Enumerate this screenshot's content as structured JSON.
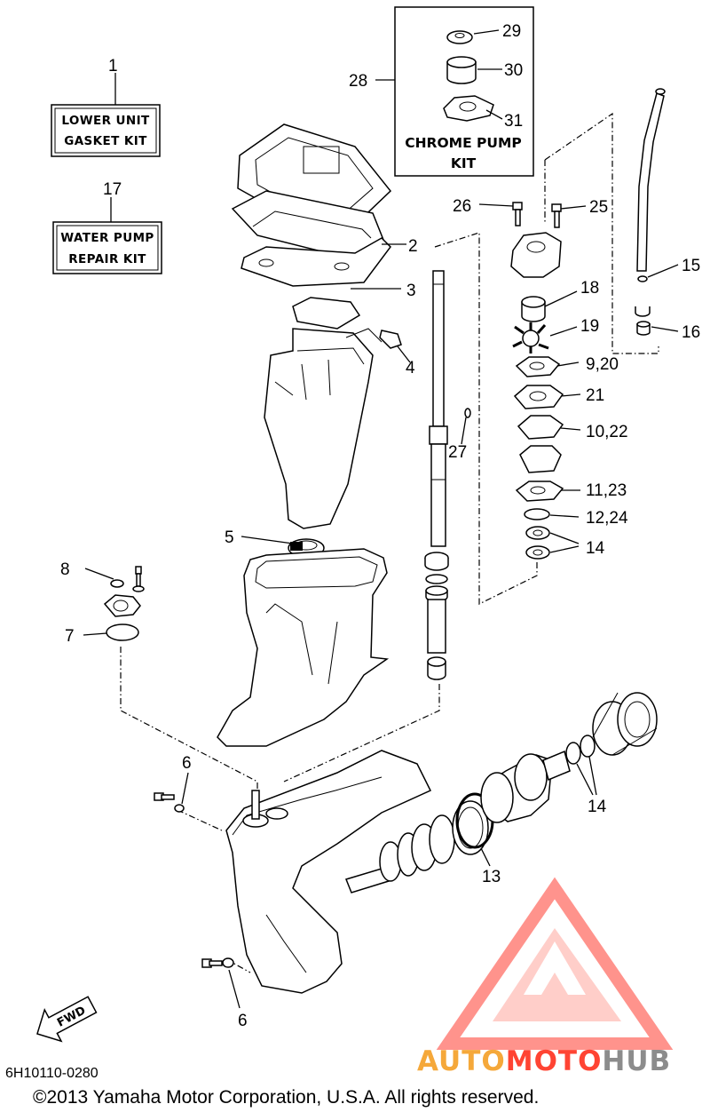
{
  "callouts": [
    {
      "id": "1",
      "text": "1"
    },
    {
      "id": "2",
      "text": "2"
    },
    {
      "id": "3",
      "text": "3"
    },
    {
      "id": "4",
      "text": "4"
    },
    {
      "id": "5",
      "text": "5"
    },
    {
      "id": "6a",
      "text": "6"
    },
    {
      "id": "6b",
      "text": "6"
    },
    {
      "id": "7",
      "text": "7"
    },
    {
      "id": "8",
      "text": "8"
    },
    {
      "id": "9_20",
      "text": "9,20"
    },
    {
      "id": "10_22",
      "text": "10,22"
    },
    {
      "id": "11_23",
      "text": "11,23"
    },
    {
      "id": "12_24",
      "text": "12,24"
    },
    {
      "id": "13",
      "text": "13"
    },
    {
      "id": "14a",
      "text": "14"
    },
    {
      "id": "14b",
      "text": "14"
    },
    {
      "id": "15",
      "text": "15"
    },
    {
      "id": "16",
      "text": "16"
    },
    {
      "id": "17",
      "text": "17"
    },
    {
      "id": "18",
      "text": "18"
    },
    {
      "id": "19",
      "text": "19"
    },
    {
      "id": "21",
      "text": "21"
    },
    {
      "id": "25",
      "text": "25"
    },
    {
      "id": "26",
      "text": "26"
    },
    {
      "id": "27",
      "text": "27"
    },
    {
      "id": "28",
      "text": "28"
    },
    {
      "id": "29",
      "text": "29"
    },
    {
      "id": "30",
      "text": "30"
    },
    {
      "id": "31",
      "text": "31"
    }
  ],
  "kits": {
    "lower_unit": {
      "line1": "LOWER UNIT",
      "line2": "GASKET KIT"
    },
    "water_pump": {
      "line1": "WATER PUMP",
      "line2": "REPAIR KIT"
    },
    "chrome_pump": {
      "line1": "CHROME PUMP",
      "line2": "KIT"
    }
  },
  "direction_arrow": "FWD",
  "diagram_code": "6H10110-0280",
  "copyright": "©2013 Yamaha Motor Corporation, U.S.A. All rights reserved.",
  "watermark": {
    "part1": "AUTO",
    "part2": "MOTO",
    "part3": "HUB",
    "color_main": "#ff3b30",
    "color_hub": "#8c8c8c",
    "color_auto": "#f5a83a"
  }
}
